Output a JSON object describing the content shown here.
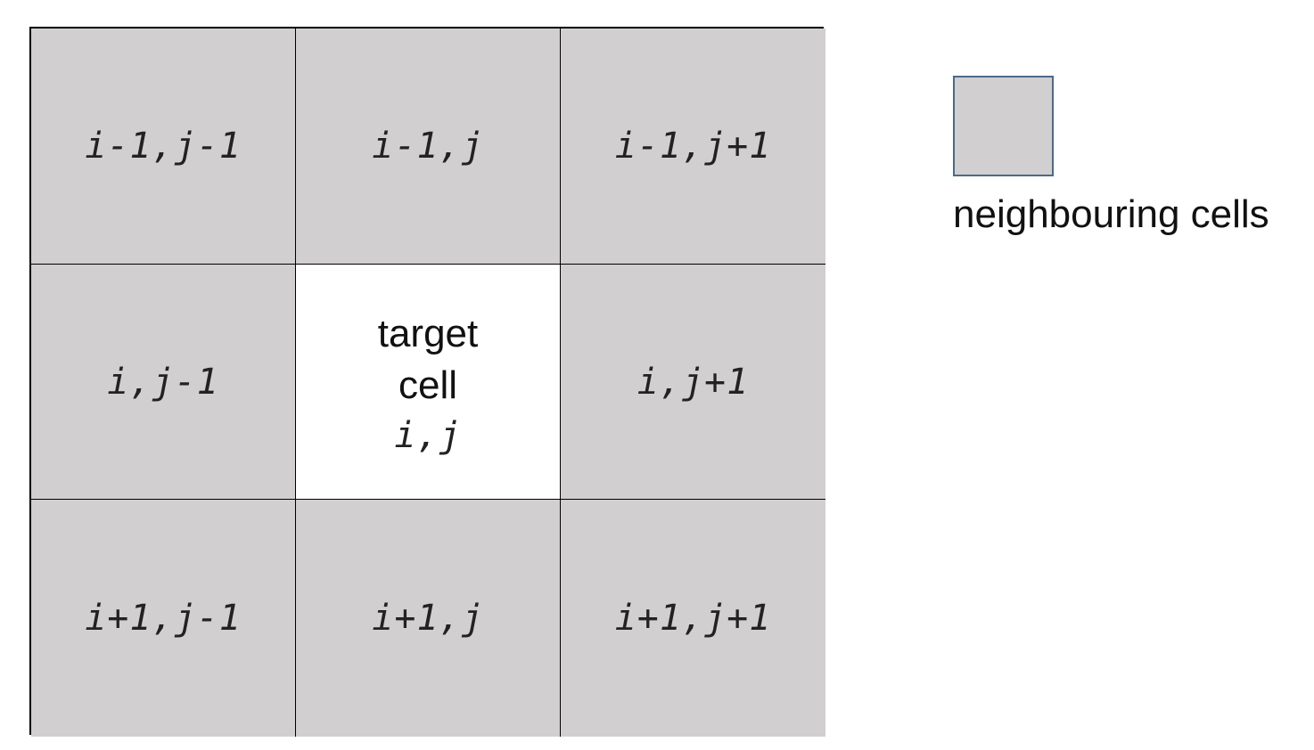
{
  "grid": {
    "cells": [
      {
        "coord": "i-1,j-1"
      },
      {
        "coord": "i-1,j"
      },
      {
        "coord": "i-1,j+1"
      },
      {
        "coord": "i,j-1"
      },
      {
        "label_line1": "target",
        "label_line2": "cell",
        "coord": "i,j"
      },
      {
        "coord": "i,j+1"
      },
      {
        "coord": "i+1,j-1"
      },
      {
        "coord": "i+1,j"
      },
      {
        "coord": "i+1,j+1"
      }
    ]
  },
  "legend": {
    "swatch_color": "#d1cfd0",
    "label": "neighbouring cells"
  },
  "colors": {
    "neighbour_fill": "#d1cfd0",
    "target_fill": "#ffffff",
    "grid_line": "#000000",
    "swatch_border": "#4a6a8a"
  }
}
